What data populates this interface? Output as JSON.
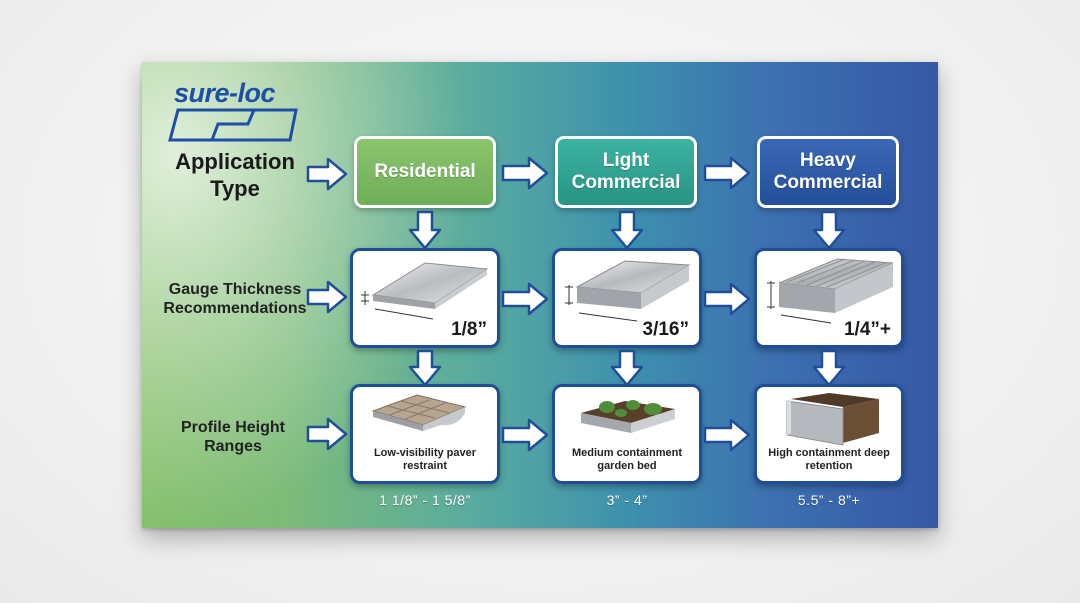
{
  "brand": {
    "name": "sure-loc"
  },
  "row_labels": {
    "application": "Application Type",
    "gauge": "Gauge Thickness Recommendations",
    "profile": "Profile Height Ranges"
  },
  "application_types": [
    {
      "label": "Residential",
      "color": "#7ab862"
    },
    {
      "label": "Light Commercial",
      "color": "#33a595"
    },
    {
      "label": "Heavy Commercial",
      "color": "#2f5ca8"
    }
  ],
  "gauge_thickness": [
    "1/8”",
    "3/16”",
    "1/4”+"
  ],
  "profiles": [
    {
      "caption": "Low-visibility paver restraint",
      "range": "1 1/8” - 1 5/8”"
    },
    {
      "caption": "Medium containment garden bed",
      "range": "3” - 4”"
    },
    {
      "caption": "High containment deep retention",
      "range": "5.5” - 8”+"
    }
  ],
  "icons": {
    "arrow": "arrow-right-icon",
    "arrow_down": "arrow-down-icon"
  },
  "colors": {
    "card_border": "#1f4f99",
    "brand_blue": "#1d4fa6"
  }
}
